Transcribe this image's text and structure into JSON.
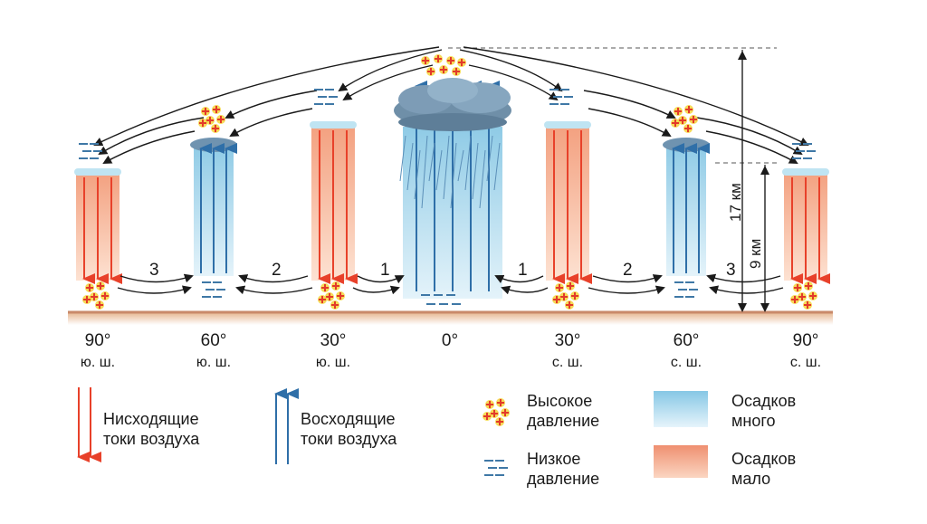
{
  "latitudes": [
    {
      "deg": "90°",
      "hem": "ю. ш."
    },
    {
      "deg": "60°",
      "hem": "ю. ш."
    },
    {
      "deg": "30°",
      "hem": "ю. ш."
    },
    {
      "deg": "0°",
      "hem": ""
    },
    {
      "deg": "30°",
      "hem": "с. ш."
    },
    {
      "deg": "60°",
      "hem": "с. ш."
    },
    {
      "deg": "90°",
      "hem": "с. ш."
    }
  ],
  "cells": [
    "3",
    "2",
    "1",
    "1",
    "2",
    "3"
  ],
  "heights": {
    "top": "17 км",
    "mid": "9 км"
  },
  "legend": {
    "descending": [
      "Нисходящие",
      "токи воздуха"
    ],
    "ascending": [
      "Восходящие",
      "токи воздуха"
    ],
    "high_pressure": [
      "Высокое",
      "давление"
    ],
    "low_pressure": [
      "Низкое",
      "давление"
    ],
    "precip_much": [
      "Осадков",
      "много"
    ],
    "precip_little": [
      "Осадков",
      "мало"
    ]
  },
  "colors": {
    "descending": "#e8412a",
    "ascending": "#2f6fa8",
    "ground": "#d9a07a",
    "precip_much": "#9fd4ec",
    "precip_little": "#f0a07c",
    "high_plus": "#e23a2a",
    "high_plus_bg": "#f5d43a"
  }
}
